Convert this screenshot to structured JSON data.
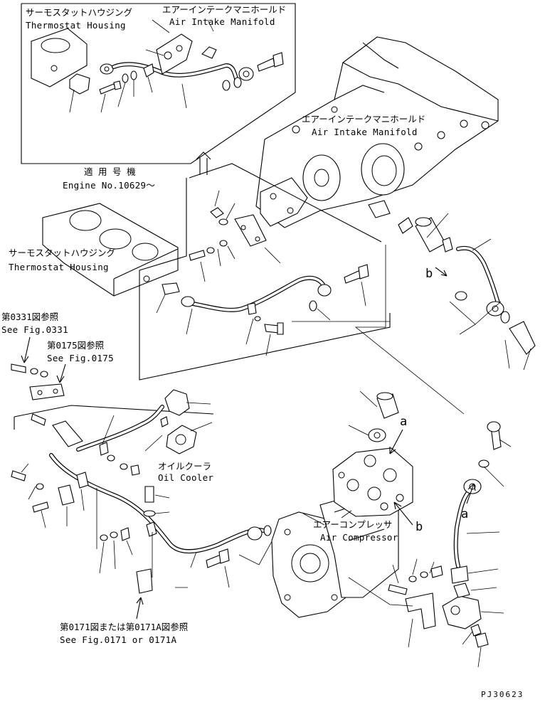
{
  "labels": {
    "inset_thermostat_jp": "サーモスタットハウジング",
    "inset_thermostat_en": "Thermostat Housing",
    "inset_manifold_jp": "エアーインテークマニホールド",
    "inset_manifold_en": "Air Intake Manifold",
    "engine_no_jp": "適 用 号 機",
    "engine_no_en": "Engine No.10629～",
    "manifold_jp": "エアーインテークマニホールド",
    "manifold_en": "Air Intake Manifold",
    "thermostat_jp": "サーモスタットハウジング",
    "thermostat_en": "Thermostat Housing",
    "fig0331_jp": "第0331図参照",
    "fig0331_en": "See Fig.0331",
    "fig0175_jp": "第0175図参照",
    "fig0175_en": "See Fig.0175",
    "oil_cooler_jp": "オイルクーラ",
    "oil_cooler_en": "Oil Cooler",
    "compressor_jp": "エアーコンプレッサ",
    "compressor_en": "Air Compressor",
    "fig0171_jp": "第0171図または第0171A図参照",
    "fig0171_en": "See Fig.0171 or 0171A",
    "marker_a_upper": "a",
    "marker_a_lower": "a",
    "marker_b_upper": "b",
    "marker_b_lower": "b",
    "drawing_id": "PJ30623"
  }
}
